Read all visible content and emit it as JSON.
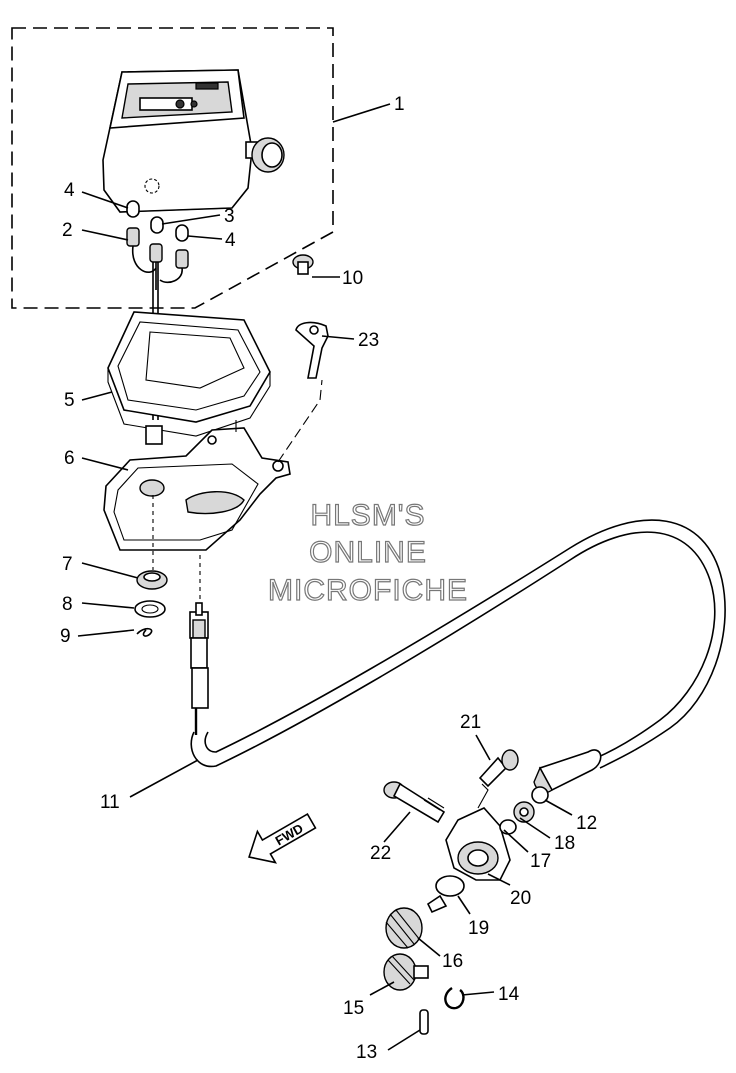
{
  "callouts": {
    "c1": "1",
    "c2": "2",
    "c3": "3",
    "c4a": "4",
    "c4b": "4",
    "c5": "5",
    "c6": "6",
    "c7": "7",
    "c8": "8",
    "c9": "9",
    "c10": "10",
    "c11": "11",
    "c12": "12",
    "c13": "13",
    "c14": "14",
    "c15": "15",
    "c16": "16",
    "c17": "17",
    "c18": "18",
    "c19": "19",
    "c20": "20",
    "c21": "21",
    "c22": "22",
    "c23": "23"
  },
  "watermark": {
    "line1": "HLSM'S",
    "line2": "ONLINE",
    "line3": "MICROFICHE"
  },
  "direction_arrow": {
    "label": "FWD",
    "icon": "fwd-arrow-icon"
  }
}
